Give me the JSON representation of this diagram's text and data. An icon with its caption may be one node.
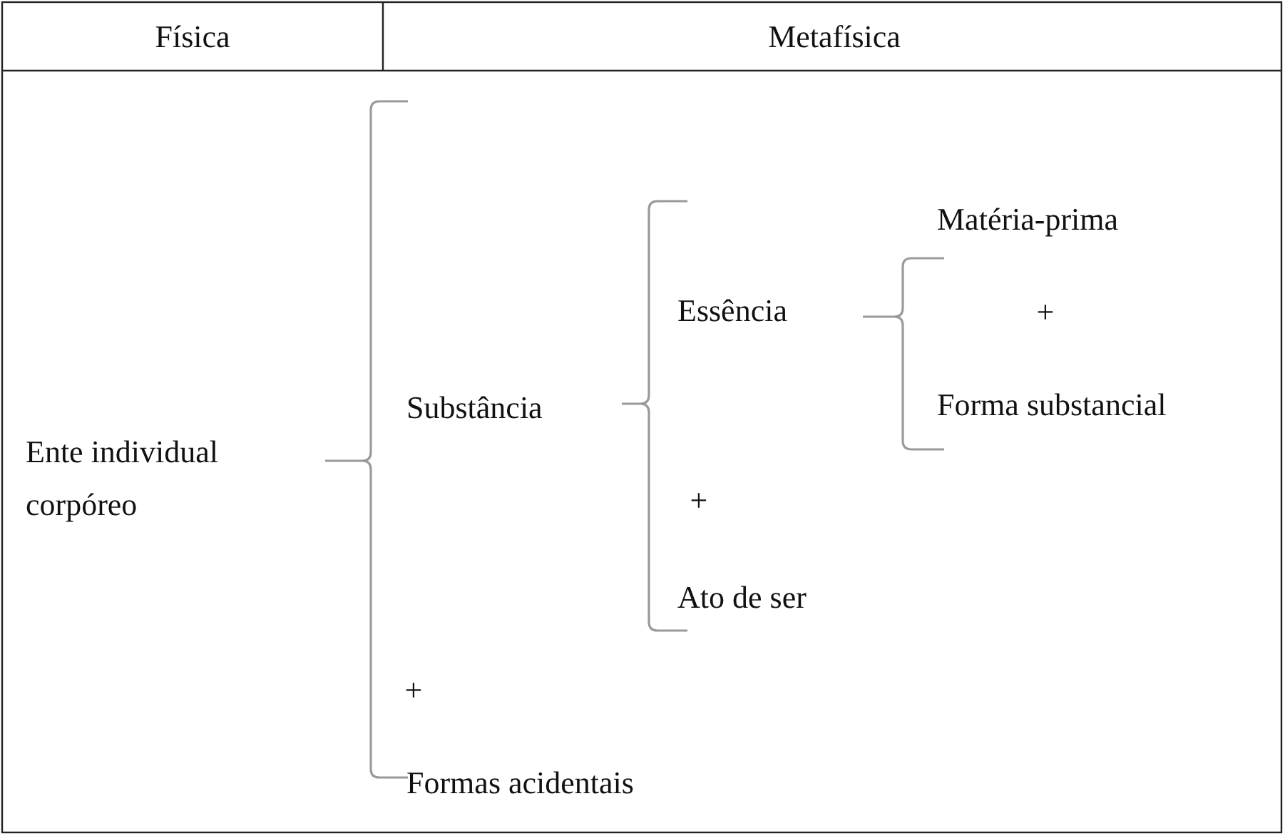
{
  "diagram": {
    "labels": [
      "Física",
      "Metafísica",
      "Ente individual corpóreo",
      "Substância",
      "Essência",
      "Matéria-prima",
      "+",
      "Forma substancial",
      "+",
      "Ato de ser",
      "+",
      "Formas acidentais"
    ]
  }
}
